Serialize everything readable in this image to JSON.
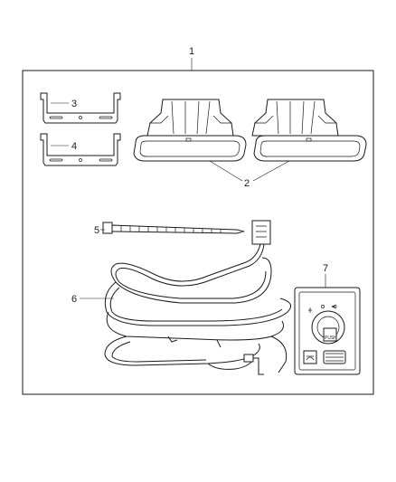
{
  "callouts": {
    "c1": "1",
    "c2": "2",
    "c3": "3",
    "c4": "4",
    "c5": "5",
    "c6": "6",
    "c7": "7"
  },
  "switch_labels": {
    "push": "PUSH"
  },
  "colors": {
    "line": "#1a1a1a",
    "background": "#ffffff"
  }
}
